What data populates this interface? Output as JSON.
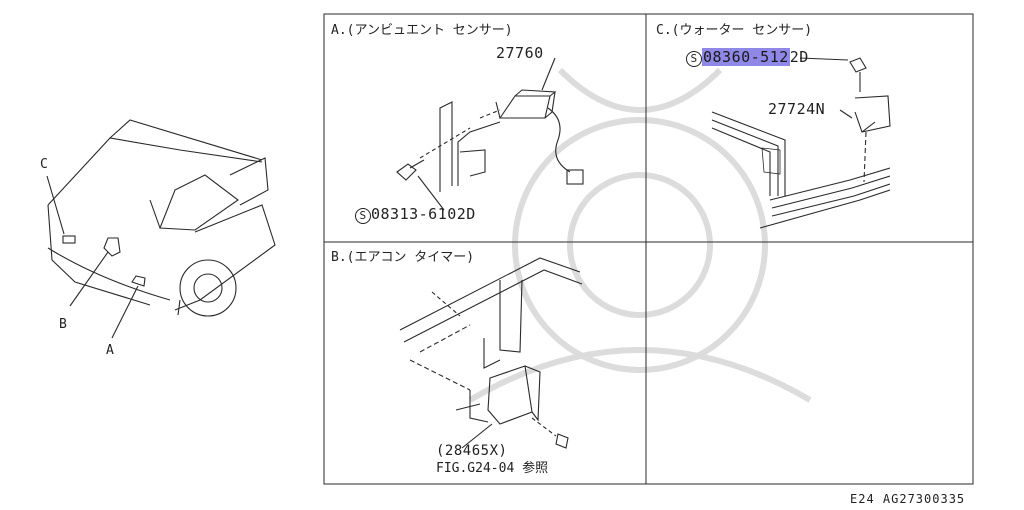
{
  "overview": {
    "callout_c": "C",
    "callout_b": "B",
    "callout_a": "A"
  },
  "panels": {
    "a": {
      "title": "A.(アンビュエント センサー)",
      "part_sensor": "27760",
      "bolt_symbol": "S",
      "part_bolt": "08313-6102D"
    },
    "b": {
      "title": "B.(エアコン タイマー)",
      "part_timer": "(28465X)",
      "reference": "FIG.G24-04 参照"
    },
    "c": {
      "title": "C.(ウォーター センサー)",
      "bolt_symbol": "S",
      "part_bolt_highlighted": "08360-512",
      "part_bolt_rest": "2D",
      "part_sensor": "27724N"
    }
  },
  "footer": {
    "code": "E24 AG27300335"
  },
  "colors": {
    "line": "#2a2a2a",
    "highlight": "#8f88e6",
    "watermark": "#dcdcdc"
  }
}
